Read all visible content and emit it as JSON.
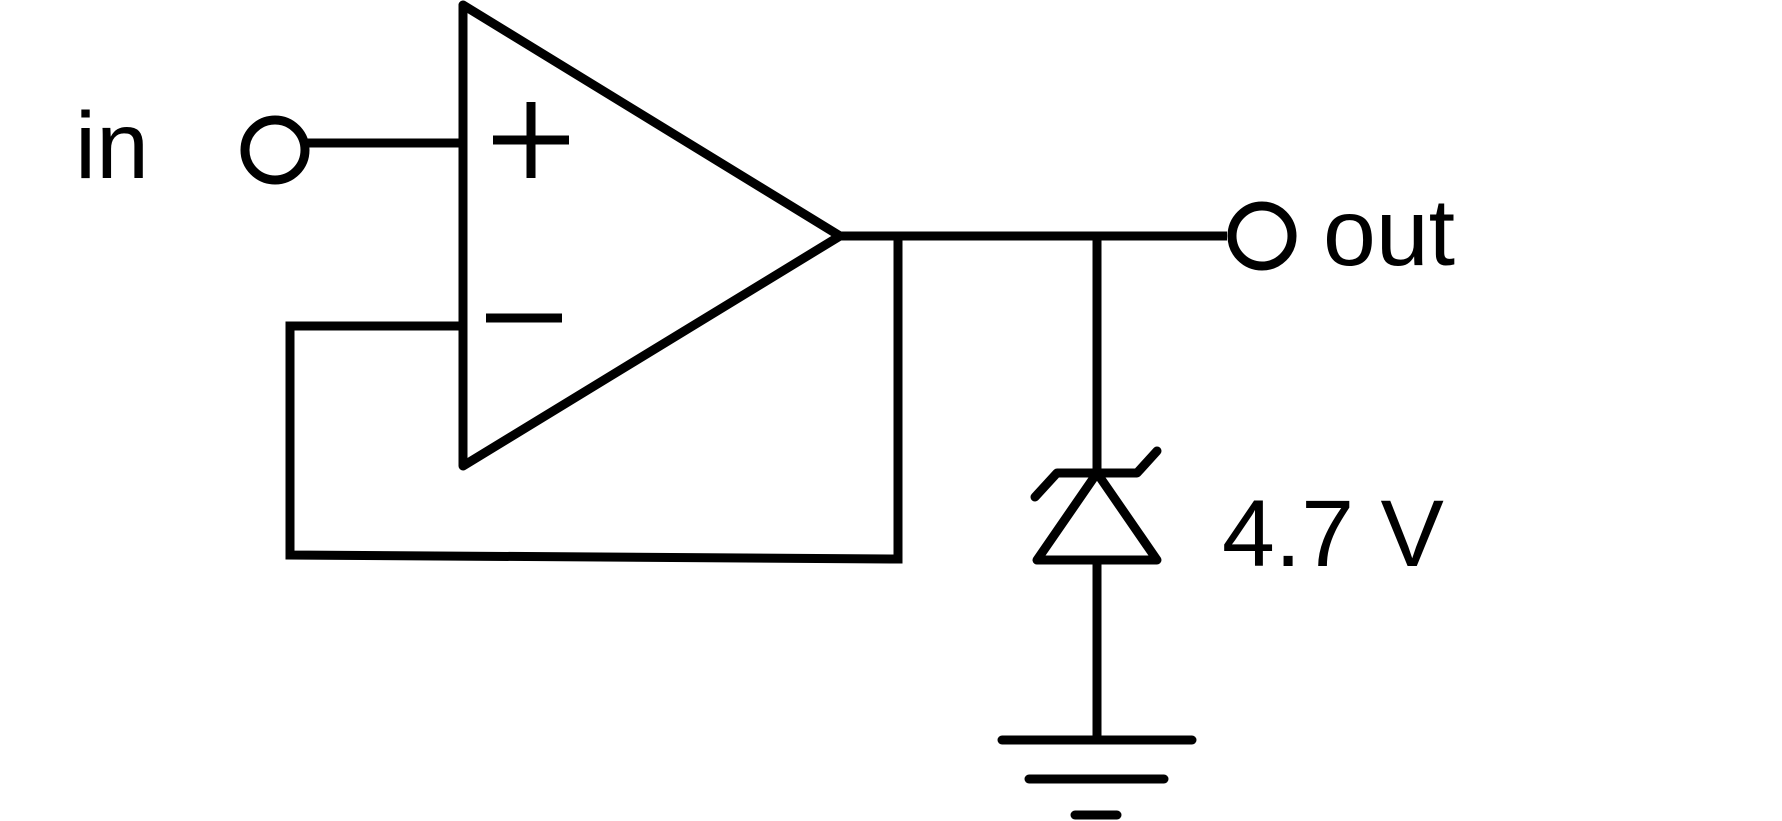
{
  "diagram": {
    "input_label": "in",
    "output_label": "out",
    "noninverting_symbol": "+",
    "inverting_symbol": "−",
    "zener_voltage": "4.7 V",
    "colors": {
      "ink": "#000000",
      "background": "#ffffff"
    },
    "icons": {
      "amplifier": "op-amp-triangle",
      "diode": "zener-diode",
      "ground": "ground-symbol",
      "terminal": "open-circle-terminal"
    }
  }
}
